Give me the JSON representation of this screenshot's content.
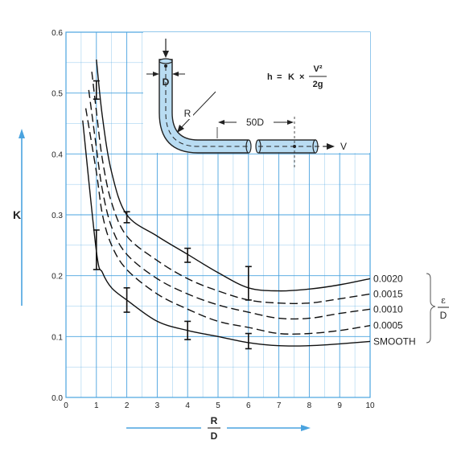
{
  "chart_data": {
    "type": "line",
    "title": "",
    "xlabel_num": "R",
    "xlabel_den": "D",
    "ylabel": "K",
    "xlim": [
      0,
      10
    ],
    "ylim": [
      0,
      0.6
    ],
    "x_ticks": [
      "0",
      "1",
      "2",
      "3",
      "4",
      "5",
      "6",
      "7",
      "8",
      "9",
      "10"
    ],
    "y_ticks": [
      "0.0",
      "0.1",
      "0.2",
      "0.3",
      "0.4",
      "0.5",
      "0.6"
    ],
    "x_tick_values": [
      0,
      1,
      2,
      3,
      4,
      5,
      6,
      7,
      8,
      9,
      10
    ],
    "y_tick_values": [
      0,
      0.1,
      0.2,
      0.3,
      0.4,
      0.5,
      0.6
    ],
    "grid": true,
    "legend_group_num": "ε",
    "legend_group_den": "D",
    "series": [
      {
        "name": "0.0020",
        "style": "solid",
        "x": [
          1.0,
          1.2,
          1.5,
          2.0,
          3.0,
          4.0,
          5.0,
          6.0,
          7.0,
          8.0,
          9.0,
          10.0
        ],
        "y": [
          0.555,
          0.46,
          0.37,
          0.3,
          0.265,
          0.235,
          0.205,
          0.18,
          0.175,
          0.178,
          0.185,
          0.195
        ]
      },
      {
        "name": "0.0015",
        "style": "dashed",
        "x": [
          0.85,
          1.0,
          1.2,
          1.5,
          2.0,
          3.0,
          4.0,
          5.0,
          6.0,
          7.0,
          8.0,
          9.0,
          10.0
        ],
        "y": [
          0.535,
          0.47,
          0.39,
          0.32,
          0.265,
          0.225,
          0.195,
          0.175,
          0.16,
          0.155,
          0.155,
          0.162,
          0.17
        ]
      },
      {
        "name": "0.0010",
        "style": "dashed",
        "x": [
          0.75,
          1.0,
          1.2,
          1.5,
          2.0,
          3.0,
          4.0,
          5.0,
          6.0,
          7.0,
          8.0,
          9.0,
          10.0
        ],
        "y": [
          0.505,
          0.41,
          0.34,
          0.28,
          0.235,
          0.195,
          0.17,
          0.152,
          0.14,
          0.13,
          0.13,
          0.138,
          0.145
        ]
      },
      {
        "name": "0.0005",
        "style": "dashed",
        "x": [
          0.65,
          1.0,
          1.2,
          1.5,
          2.0,
          3.0,
          4.0,
          5.0,
          6.0,
          7.0,
          8.0,
          9.0,
          10.0
        ],
        "y": [
          0.475,
          0.37,
          0.3,
          0.25,
          0.21,
          0.17,
          0.145,
          0.125,
          0.115,
          0.105,
          0.105,
          0.11,
          0.118
        ]
      },
      {
        "name": "SMOOTH",
        "style": "solid",
        "x": [
          0.55,
          1.0,
          1.2,
          1.5,
          2.0,
          3.0,
          4.0,
          5.0,
          6.0,
          7.0,
          8.0,
          9.0,
          10.0
        ],
        "y": [
          0.455,
          0.24,
          0.205,
          0.18,
          0.16,
          0.125,
          0.11,
          0.1,
          0.09,
          0.085,
          0.085,
          0.088,
          0.092
        ]
      }
    ],
    "error_bars": [
      {
        "x": 1.0,
        "low": 0.21,
        "high": 0.275
      },
      {
        "x": 1.0,
        "low": 0.49,
        "high": 0.52
      },
      {
        "x": 2.0,
        "low": 0.14,
        "high": 0.18
      },
      {
        "x": 2.0,
        "low": 0.287,
        "high": 0.305
      },
      {
        "x": 4.0,
        "low": 0.095,
        "high": 0.125
      },
      {
        "x": 4.0,
        "low": 0.222,
        "high": 0.245
      },
      {
        "x": 6.0,
        "low": 0.08,
        "high": 0.105
      },
      {
        "x": 6.0,
        "low": 0.16,
        "high": 0.215
      }
    ]
  },
  "diagram": {
    "d_label": "D",
    "r_label": "R",
    "length_label": "50D",
    "velocity_label": "V",
    "formula_lhs": "h",
    "formula_eq": "=",
    "formula_k": "K",
    "formula_times": "×",
    "formula_num": "V²",
    "formula_den": "2g"
  }
}
